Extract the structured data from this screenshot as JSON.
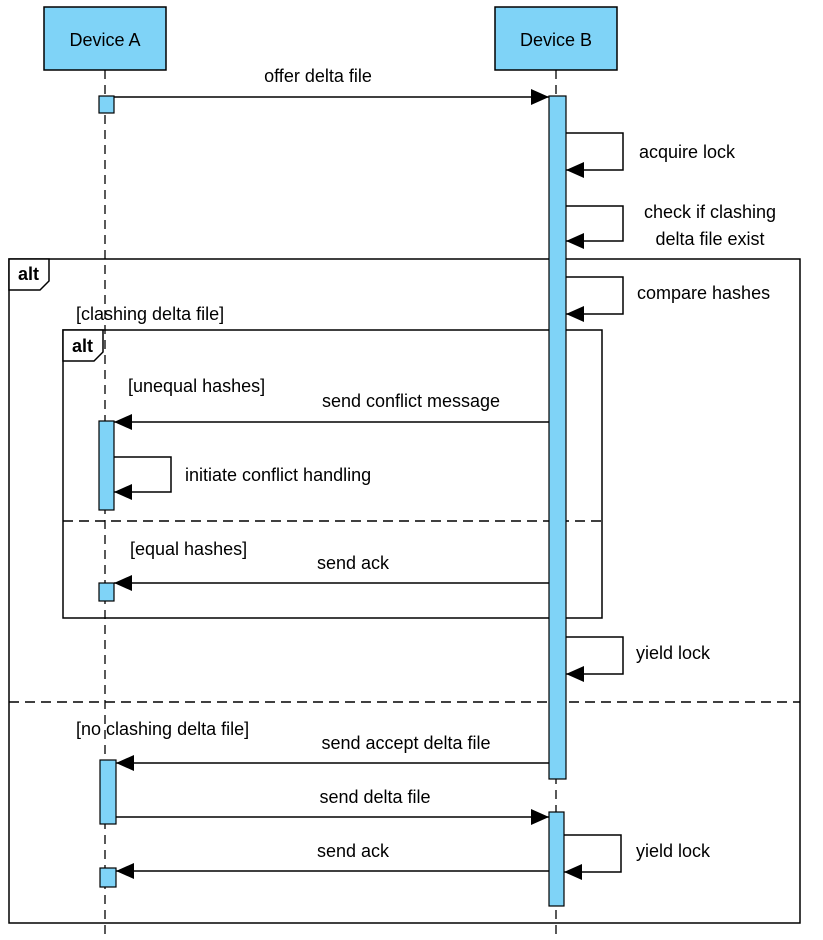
{
  "participants": {
    "device_a": "Device A",
    "device_b": "Device B"
  },
  "messages": {
    "offer_delta_file": "offer delta file",
    "acquire_lock": "acquire lock",
    "check_clashing_line1": "check if clashing",
    "check_clashing_line2": "delta file exist",
    "compare_hashes": "compare hashes",
    "send_conflict_message": "send conflict message",
    "initiate_conflict_handling": "initiate conflict handling",
    "send_ack_1": "send ack",
    "yield_lock_1": "yield lock",
    "send_accept_delta_file": "send accept delta file",
    "send_delta_file": "send delta file",
    "send_ack_2": "send ack",
    "yield_lock_2": "yield lock"
  },
  "fragments": {
    "outer_operator": "alt",
    "inner_operator": "alt",
    "guard_clashing": "[clashing delta file]",
    "guard_unequal": "[unequal hashes]",
    "guard_equal": "[equal hashes]",
    "guard_no_clashing": "[no clashing delta file]"
  },
  "colors": {
    "lifeline_fill": "#7fd3f7",
    "stroke": "#000000",
    "background": "#ffffff"
  }
}
